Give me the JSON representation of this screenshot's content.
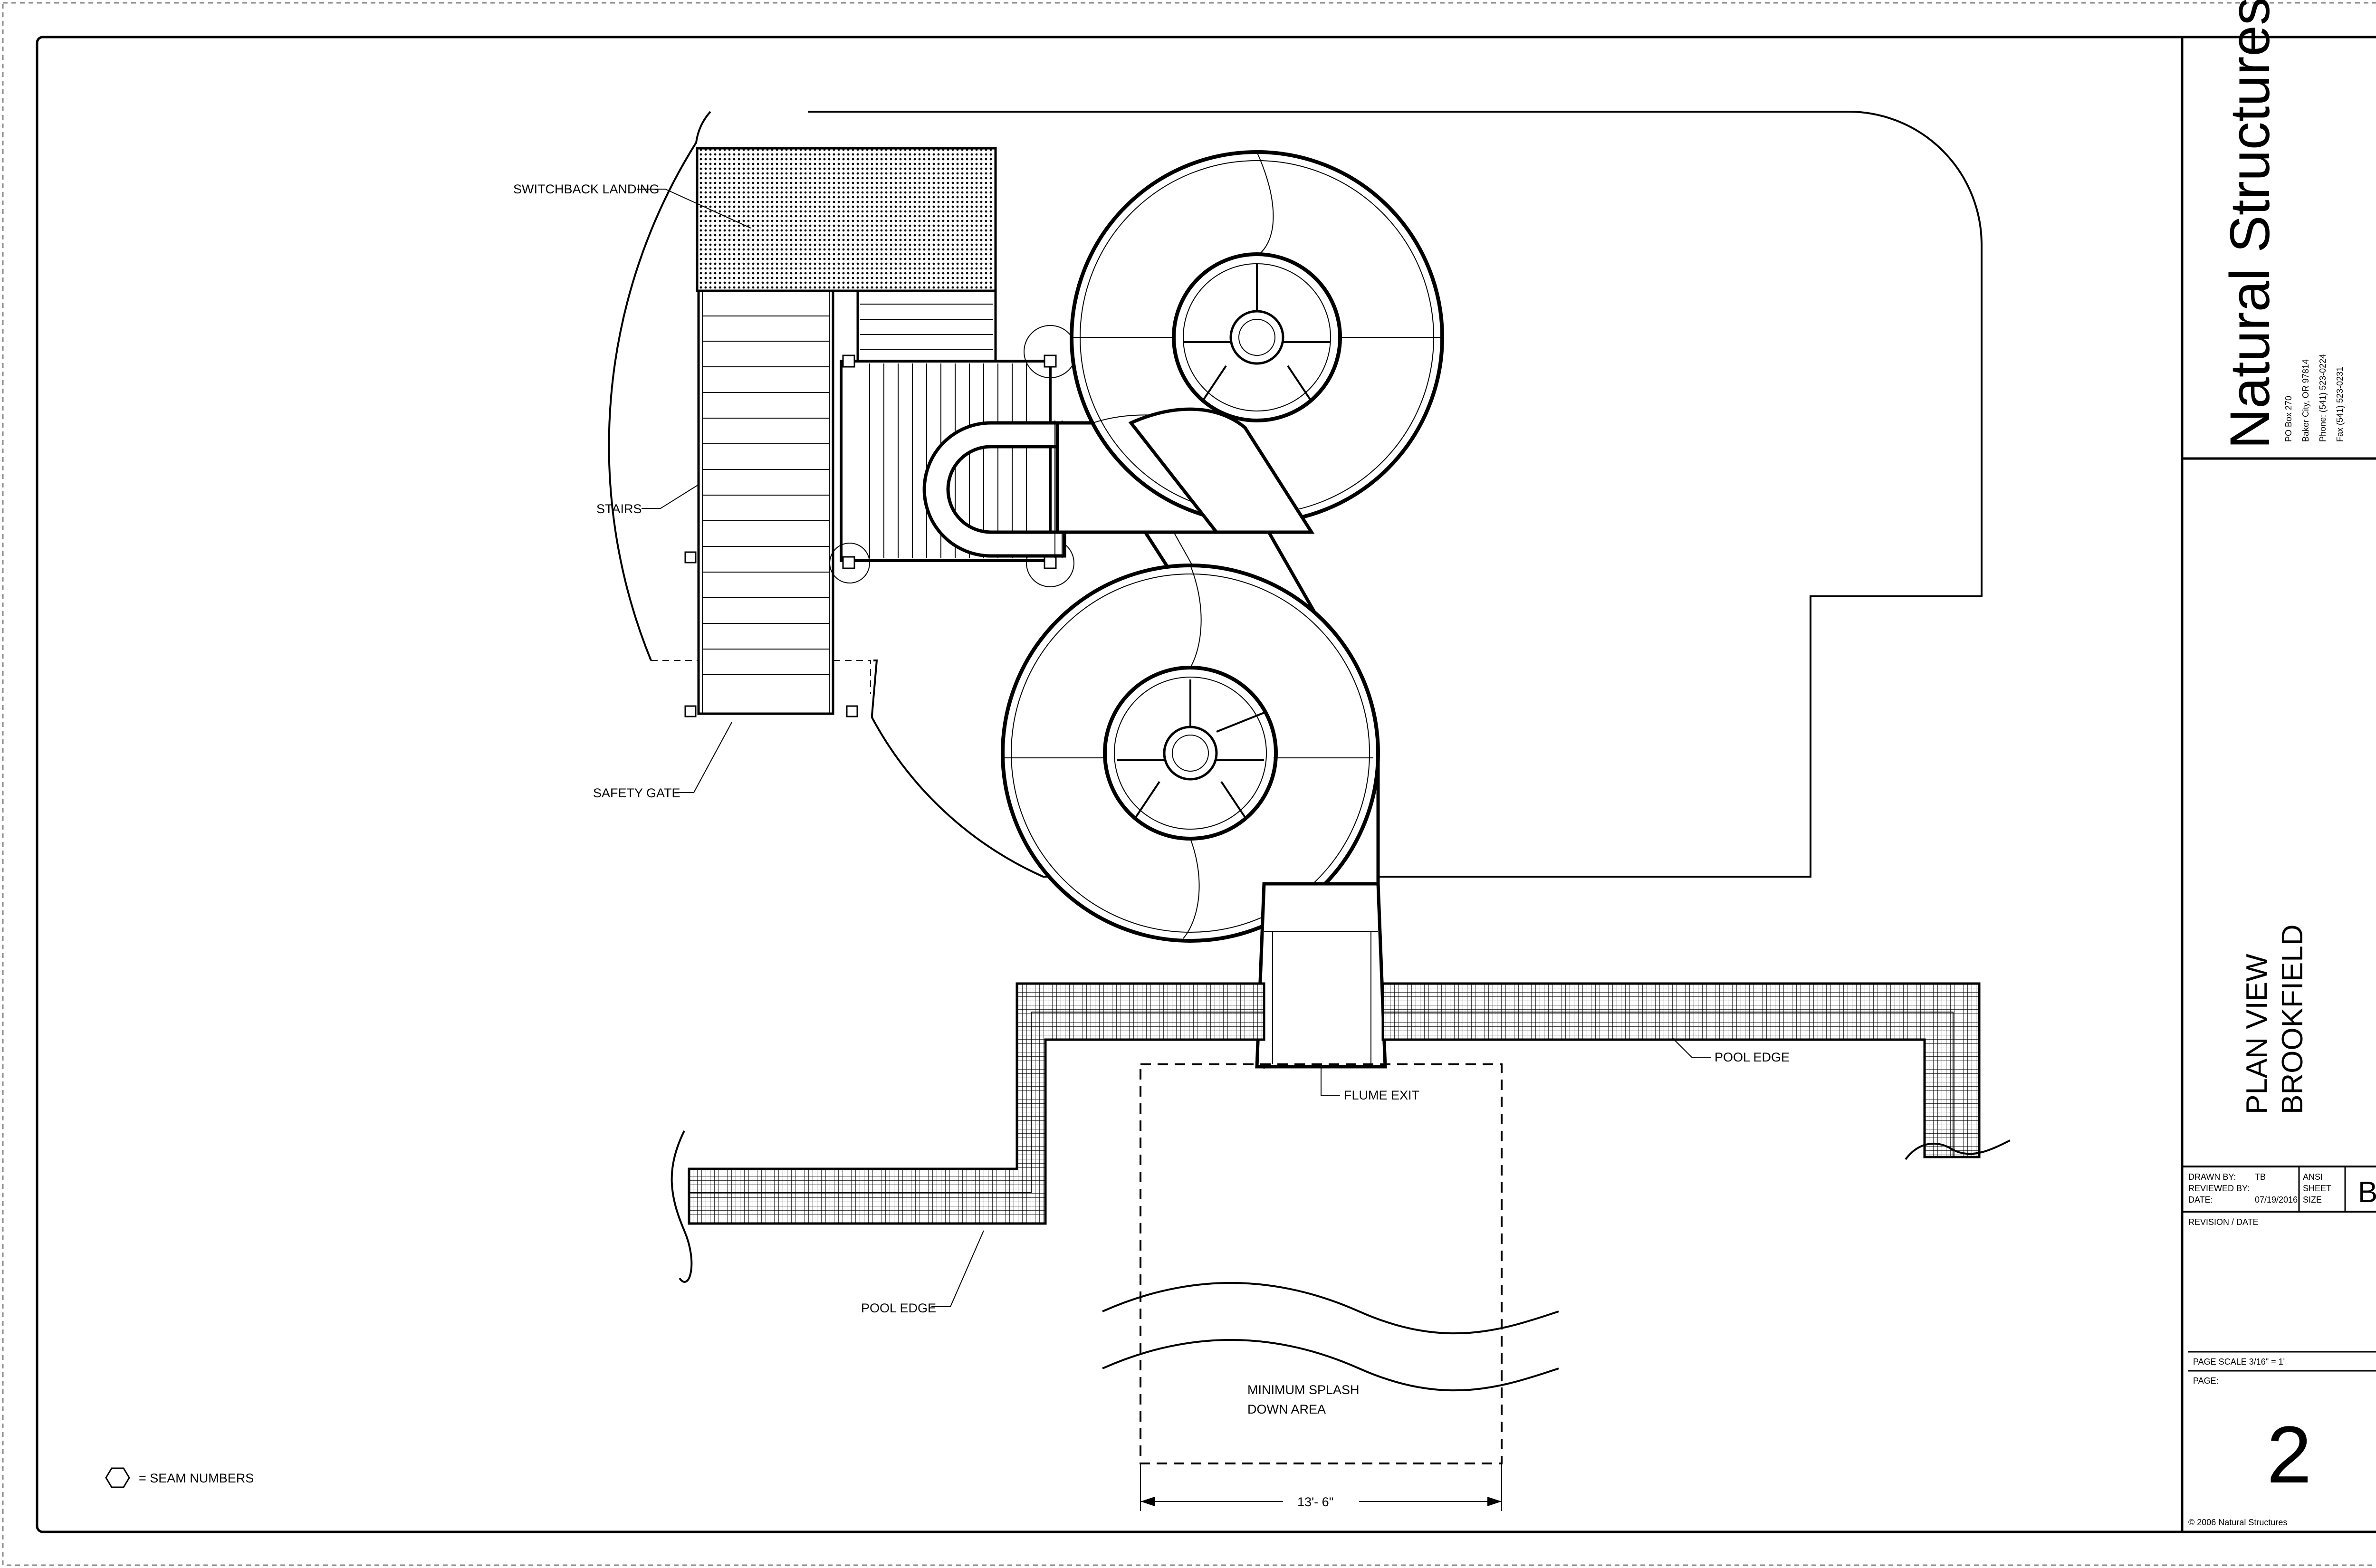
{
  "labels": {
    "switchback_landing": "SWITCHBACK LANDING",
    "stairs": "STAIRS",
    "safety_gate": "SAFETY GATE",
    "pool_edge_right": "POOL EDGE",
    "pool_edge_left": "POOL EDGE",
    "flume_exit": "FLUME EXIT",
    "splash_line1": "MINIMUM SPLASH",
    "splash_line2": "DOWN AREA",
    "dimension": "13'- 6\"",
    "legend": "= SEAM NUMBERS"
  },
  "title_block": {
    "company": "Natural Structures",
    "address": [
      "PO Box 270",
      "Baker City, OR 97814",
      "Phone: (541) 523-0224",
      "Fax (541) 523-0231"
    ],
    "view_title": [
      "PLAN VIEW",
      "BROOKFIELD"
    ],
    "drawn_by_label": "DRAWN BY:",
    "drawn_by": "TB",
    "reviewed_by_label": "REVIEWED BY:",
    "reviewed_by": "",
    "date_label": "DATE:",
    "date": "07/19/2016",
    "sheet_size_label": [
      "ANSI",
      "SHEET",
      "SIZE"
    ],
    "sheet_size": "B",
    "revision_label": "REVISION / DATE",
    "page_scale": "PAGE SCALE 3/16\" = 1'",
    "page_label": "PAGE:",
    "page_number": "2",
    "copyright": "© 2006 Natural Structures"
  }
}
